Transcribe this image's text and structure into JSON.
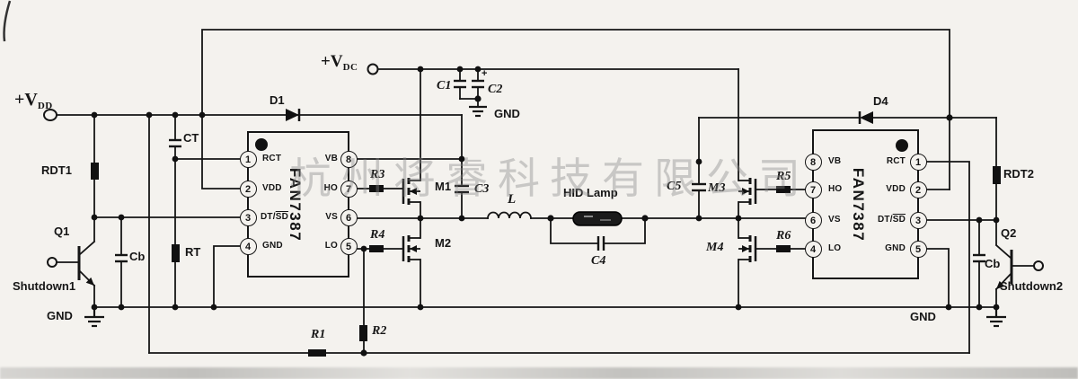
{
  "watermark": "杭州将睿科技有限公司",
  "labels": {
    "vdd": "+V",
    "vdd_sub": "DD",
    "vdc": "+V",
    "vdc_sub": "DC",
    "rdt1": "RDT1",
    "q1": "Q1",
    "shutdown1": "Shutdown1",
    "gnd_left": "GND",
    "cb_left": "Cb",
    "rt": "RT",
    "ct": "CT",
    "d1": "D1",
    "r3": "R3",
    "m1": "M1",
    "c3": "C3",
    "r4": "R4",
    "m2": "M2",
    "c1": "C1",
    "c2": "C2",
    "c2_plus": "+",
    "gnd_top": "GND",
    "l": "L",
    "hid_lamp": "HID Lamp",
    "c4": "C4",
    "c5": "C5",
    "m3": "M3",
    "r5": "R5",
    "m4": "M4",
    "r6": "R6",
    "d4": "D4",
    "rdt2": "RDT2",
    "q2": "Q2",
    "shutdown2": "Shutdown2",
    "cb_right": "Cb",
    "gnd_right": "GND",
    "r1": "R1",
    "r2": "R2"
  },
  "ic_left": {
    "name": "FAN7387",
    "pins_left": [
      {
        "num": "1",
        "label": "RCT"
      },
      {
        "num": "2",
        "label": "VDD"
      },
      {
        "num": "3",
        "label": "DT/",
        "label_ov": "SD"
      },
      {
        "num": "4",
        "label": "GND"
      }
    ],
    "pins_right": [
      {
        "num": "8",
        "label": "VB"
      },
      {
        "num": "7",
        "label": "HO"
      },
      {
        "num": "6",
        "label": "VS"
      },
      {
        "num": "5",
        "label": "LO"
      }
    ]
  },
  "ic_right": {
    "name": "FAN7387",
    "pins_left": [
      {
        "num": "8",
        "label": "VB"
      },
      {
        "num": "7",
        "label": "HO"
      },
      {
        "num": "6",
        "label": "VS"
      },
      {
        "num": "4",
        "label": "LO"
      }
    ],
    "pins_right": [
      {
        "num": "1",
        "label": "RCT"
      },
      {
        "num": "2",
        "label": "VDD"
      },
      {
        "num": "3",
        "label": "DT/",
        "label_ov": "SD"
      },
      {
        "num": "5",
        "label": "GND"
      }
    ]
  }
}
